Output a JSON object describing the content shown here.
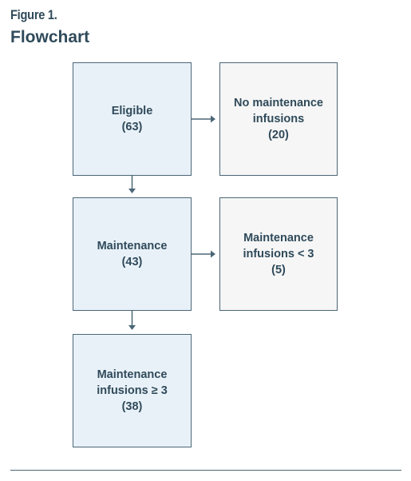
{
  "figure": {
    "label": "Figure 1.",
    "title": "Flowchart"
  },
  "nodes": {
    "eligible": {
      "lines": [
        "Eligible",
        "(63)"
      ]
    },
    "no_maintenance": {
      "lines": [
        "No maintenance",
        "infusions",
        "(20)"
      ]
    },
    "maintenance": {
      "lines": [
        "Maintenance",
        "(43)"
      ]
    },
    "maintenance_lt3": {
      "lines": [
        "Maintenance",
        "infusions < 3",
        "(5)"
      ]
    },
    "maintenance_ge3": {
      "lines": [
        "Maintenance",
        "infusions ≥ 3",
        "(38)"
      ]
    }
  },
  "edges": [
    {
      "from": "eligible",
      "to": "no_maintenance"
    },
    {
      "from": "eligible",
      "to": "maintenance"
    },
    {
      "from": "maintenance",
      "to": "maintenance_lt3"
    },
    {
      "from": "maintenance",
      "to": "maintenance_ge3"
    }
  ],
  "colors": {
    "text": "#2f4a5a",
    "stroke": "#4b6676",
    "main_fill": "#e9f1f8",
    "side_fill": "#f6f6f6"
  }
}
